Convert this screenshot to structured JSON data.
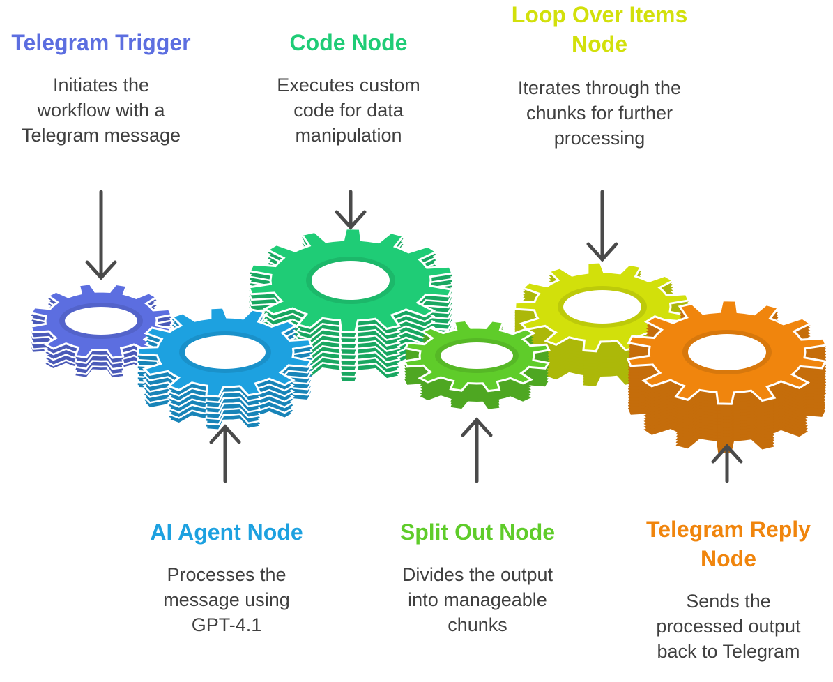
{
  "nodes": [
    {
      "id": "telegram-trigger",
      "title": "Telegram Trigger",
      "description": "Initiates the\nworkflow with a\nTelegram message",
      "color": "#5c6ee0"
    },
    {
      "id": "ai-agent",
      "title": "AI Agent Node",
      "description": "Processes the\nmessage using\nGPT-4.1",
      "color": "#1da1e0"
    },
    {
      "id": "code",
      "title": "Code Node",
      "description": "Executes custom\ncode for data\nmanipulation",
      "color": "#1fcc76"
    },
    {
      "id": "split-out",
      "title": "Split Out Node",
      "description": "Divides the output\ninto manageable\nchunks",
      "color": "#5fcc2a"
    },
    {
      "id": "loop-over-items",
      "title": "Loop Over Items\nNode",
      "description": "Iterates through the\nchunks for further\nprocessing",
      "color": "#d2e00b"
    },
    {
      "id": "telegram-reply",
      "title": "Telegram Reply\nNode",
      "description": "Sends the\nprocessed output\nback to Telegram",
      "color": "#f0850d"
    }
  ],
  "arrow_color": "#4a4a4a"
}
